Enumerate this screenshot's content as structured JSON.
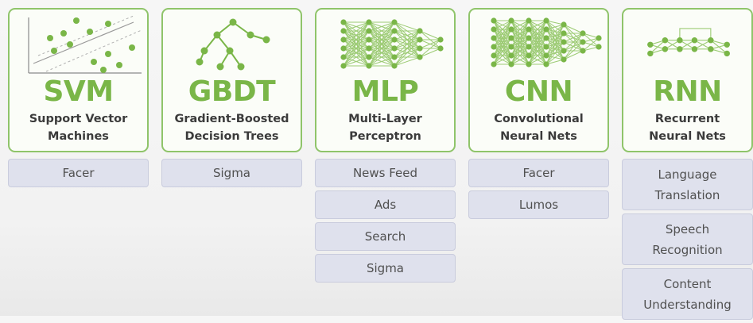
{
  "models": [
    {
      "abbr": "SVM",
      "full": [
        "Support Vector",
        "Machines"
      ],
      "uses": [
        [
          "Facer"
        ]
      ]
    },
    {
      "abbr": "GBDT",
      "full": [
        "Gradient-Boosted",
        "Decision Trees"
      ],
      "uses": [
        [
          "Sigma"
        ]
      ]
    },
    {
      "abbr": "MLP",
      "full": [
        "Multi-Layer",
        "Perceptron"
      ],
      "uses": [
        [
          "News Feed"
        ],
        [
          "Ads"
        ],
        [
          "Search"
        ],
        [
          "Sigma"
        ]
      ]
    },
    {
      "abbr": "CNN",
      "full": [
        "Convolutional",
        "Neural Nets"
      ],
      "uses": [
        [
          "Facer"
        ],
        [
          "Lumos"
        ]
      ]
    },
    {
      "abbr": "RNN",
      "full": [
        "Recurrent",
        "Neural Nets"
      ],
      "uses": [
        [
          "Language",
          "Translation"
        ],
        [
          "Speech",
          "Recognition"
        ],
        [
          "Content",
          "Understanding"
        ]
      ]
    }
  ],
  "colors": {
    "accent": "#7ab648",
    "border": "#8fc46a",
    "chip": "#dfe1ed",
    "text": "#3b3b3b"
  }
}
